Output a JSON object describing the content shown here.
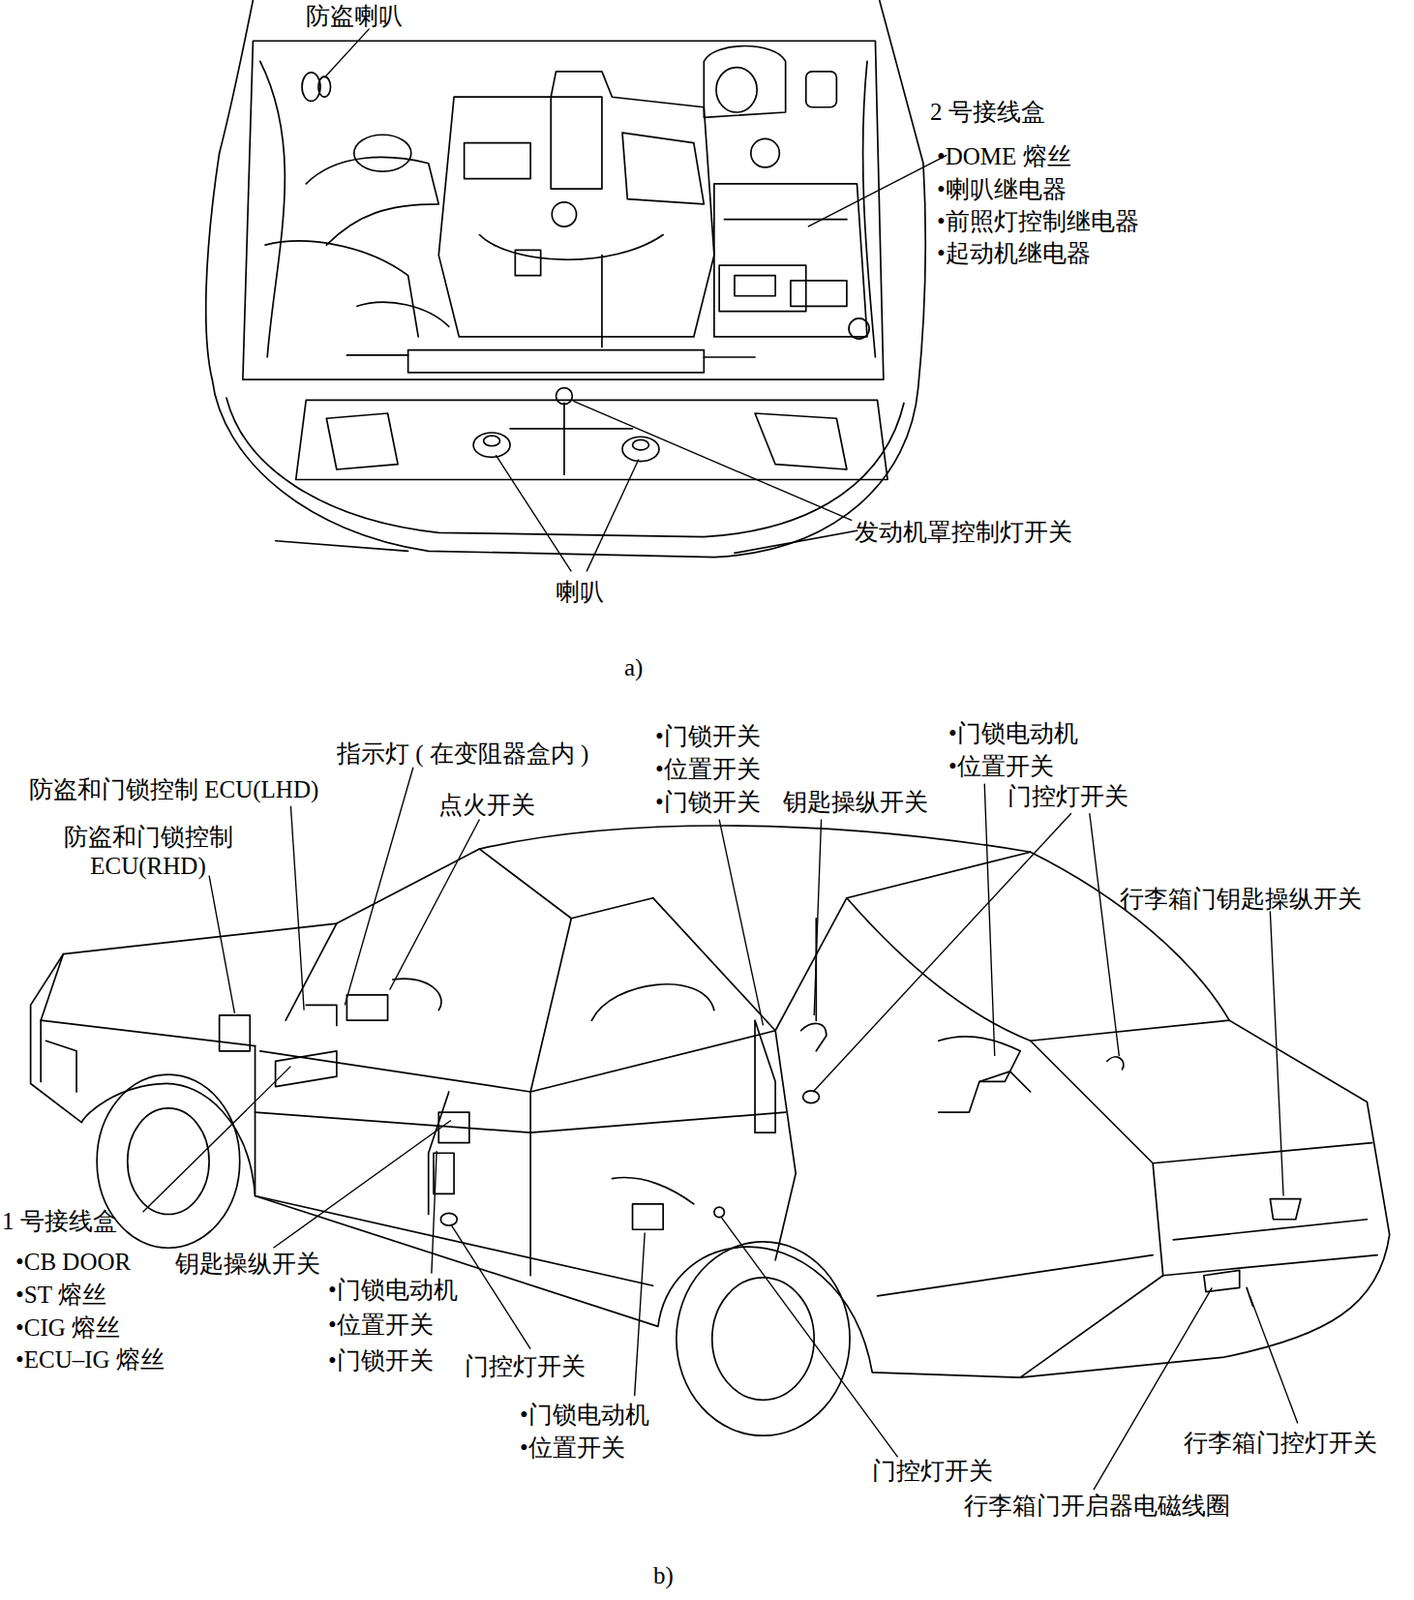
{
  "diagram": {
    "labels": [
      "防盗喇叭",
      "2 号接线盒",
      "•DOME 熔丝",
      "•喇叭继电器",
      "•前照灯控制继电器",
      "•起动机继电器",
      "发动机罩控制灯开关",
      "喇叭",
      "a)",
      "指示灯 ( 在变阻器盒内 )",
      "防盗和门锁控制 ECU(LHD)",
      "防盗和门锁控制 ECU(RHD)",
      "点火开关",
      "•门锁开关",
      "•位置开关",
      "•门锁开关",
      "钥匙操纵开关",
      "•门锁电动机",
      "•位置开关",
      "门控灯开关",
      "行李箱门钥匙操纵开关",
      "1 号接线盒",
      "•CB DOOR",
      "•ST 熔丝",
      "•CIG 熔丝",
      "•ECU–IG 熔丝",
      "钥匙操纵开关",
      "•门锁电动机",
      "•位置开关",
      "•门锁开关",
      "门控灯开关",
      "•门锁电动机",
      "•位置开关",
      "门控灯开关",
      "行李箱门控灯开关",
      "行李箱门开启器电磁线圈",
      "b)"
    ]
  }
}
